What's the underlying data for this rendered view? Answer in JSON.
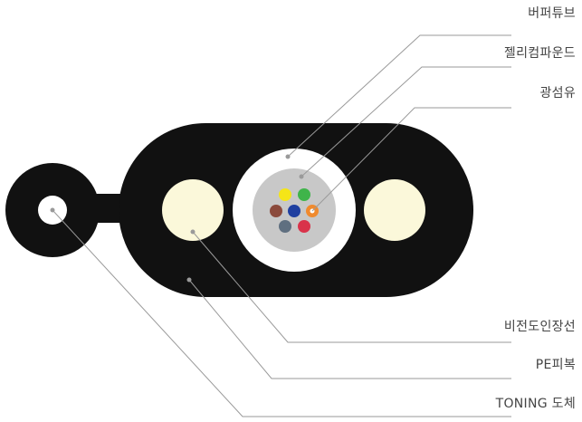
{
  "labels": {
    "buffer_tube": "버퍼튜브",
    "jelly_compound": "젤리컴파운드",
    "optical_fiber": "광섬유",
    "nonmetallic_strength_member": "비전도인장선",
    "pe_sheath": "PE피복",
    "toning_conductor": "TONING 도체"
  },
  "colors": {
    "sheath": "#111111",
    "buffer_tube": "#ffffff",
    "jelly_compound": "#c8c8c8",
    "strength_member": "#fbf8da",
    "leader_line": "#9a9a9a",
    "fibers": [
      "#f5e518",
      "#3fb44a",
      "#8b4a3c",
      "#1f3fa0",
      "#f08a2e",
      "#5f6f80",
      "#d9334a"
    ]
  }
}
